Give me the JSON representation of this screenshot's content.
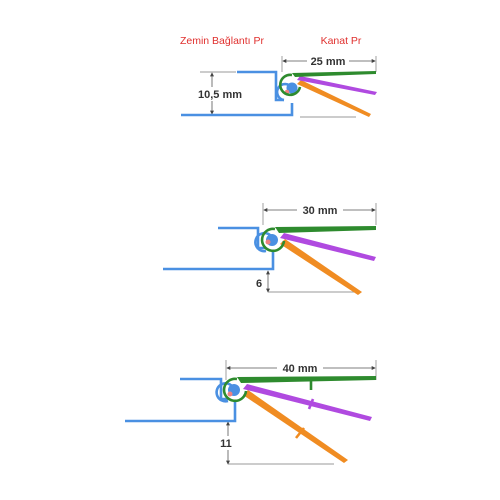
{
  "labels": {
    "floor_profile": "Zemin Bağlantı Pr",
    "wing_profile": "Kanat Pr"
  },
  "variants": [
    {
      "width_label": "25 mm",
      "height_label": "10,5 mm"
    },
    {
      "width_label": "30 mm",
      "height_label": "6"
    },
    {
      "width_label": "40 mm",
      "height_label": "11"
    }
  ],
  "colors": {
    "floor_profile": "#4a90e2",
    "wing_closed": "#2e8b2e",
    "wing_mid": "#b04ae0",
    "wing_open": "#f08c22",
    "label": "#e0302e"
  }
}
